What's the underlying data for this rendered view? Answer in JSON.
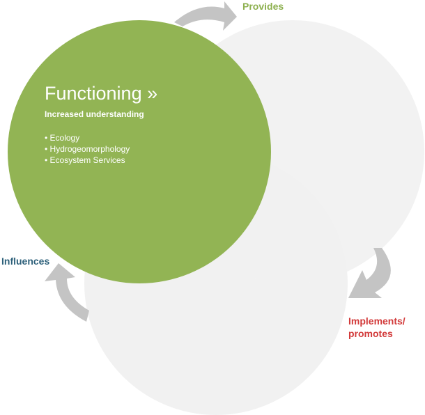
{
  "circle": {
    "title": "Functioning »",
    "subtitle": "Increased understanding",
    "bullets": [
      "• Ecology",
      "• Hydrogeomorphology",
      "• Ecosystem Services"
    ]
  },
  "labels": {
    "provides": "Provides",
    "influences": "Influences",
    "implements_line1": "Implements/",
    "implements_line2": "promotes"
  },
  "colors": {
    "green_circle": "#92b454",
    "grey_circle": "#f1f1f1",
    "arrow": "#c4c4c4",
    "provides": "#8db04f",
    "influences": "#2d607a",
    "implements": "#d23a3a"
  }
}
